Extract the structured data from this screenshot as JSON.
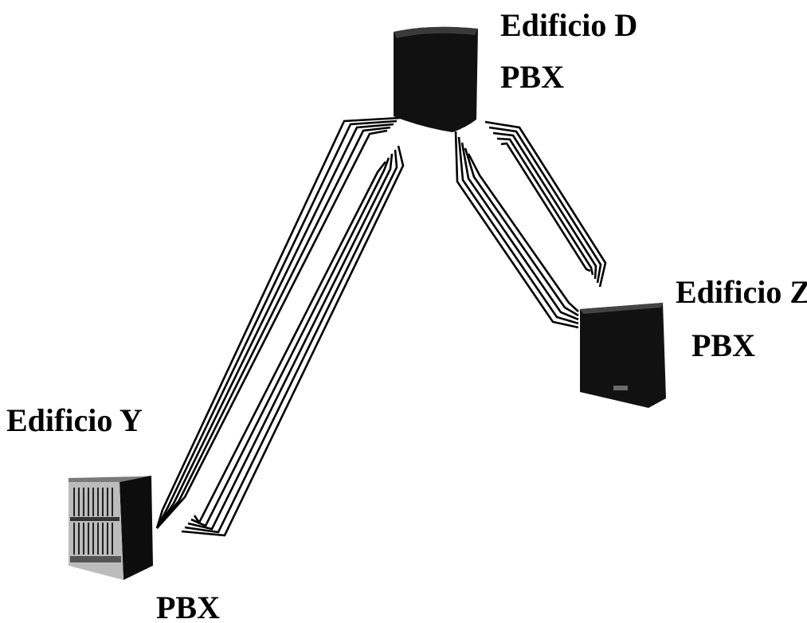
{
  "nodes": [
    {
      "id": "D",
      "name": "Edificio D",
      "device": "PBX"
    },
    {
      "id": "Z",
      "name": "Edificio Z",
      "device": "PBX"
    },
    {
      "id": "Y",
      "name": "Edificio Y",
      "device": "PBX"
    }
  ],
  "links": [
    {
      "from": "Y",
      "to": "D"
    },
    {
      "from": "D",
      "to": "Z"
    }
  ],
  "colors": {
    "line": "#000000",
    "device": "#111111",
    "background": "#ffffff"
  }
}
